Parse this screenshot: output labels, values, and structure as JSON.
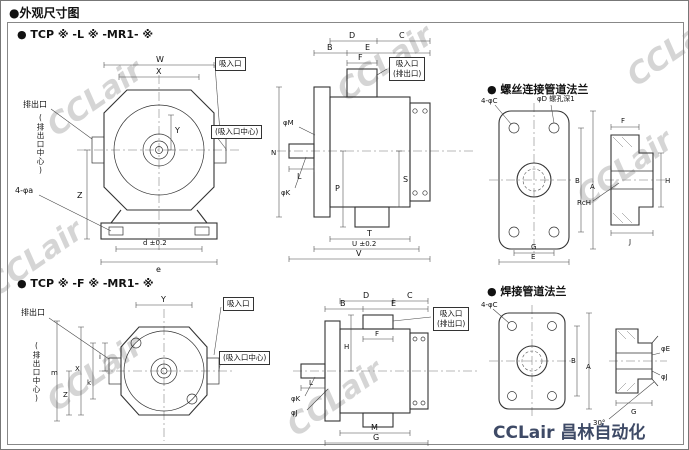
{
  "header": {
    "title": "●外观尺寸图"
  },
  "watermark": {
    "text": "CCLair"
  },
  "logo": {
    "text": "CCLair 昌林自动化"
  },
  "tcp_l": {
    "heading": "● TCP ※ -L ※ -MR1- ※",
    "front": {
      "discharge_port": "排出口",
      "suction_port": "吸入口",
      "discharge_center": "(排出口中心)",
      "suction_center": "(吸入口中心)",
      "foot_holes": "4-φa",
      "dim_w": "W",
      "dim_x": "X",
      "dim_y": "Y",
      "dim_z": "Z",
      "dim_d": "d ±0.2",
      "dim_e": "e"
    },
    "side": {
      "port_box_line1": "吸入口",
      "port_box_line2": "(排出口)",
      "dim_d": "D",
      "dim_c": "C",
      "dim_e": "E",
      "dim_f": "F",
      "dim_b": "B",
      "dim_n": "N",
      "dim_m": "φM",
      "dim_k": "φK",
      "dim_l": "L",
      "dim_p": "P",
      "dim_s": "S",
      "dim_t": "T",
      "dim_u": "U ±0.2",
      "dim_v": "V"
    }
  },
  "screw_flange": {
    "heading": "● 螺丝连接管道法兰",
    "holes_label": "4-φC",
    "thread_label": "φD 螺孔深1",
    "rc_label": "RcH",
    "dim_a": "A",
    "dim_b": "B",
    "dim_g": "G",
    "dim_e": "E",
    "dim_f": "F",
    "dim_h": "H",
    "dim_j": "J"
  },
  "tcp_f": {
    "heading": "● TCP ※ -F ※ -MR1- ※",
    "front": {
      "discharge_port": "排出口",
      "suction_port": "吸入口",
      "discharge_center": "(排出口中心)",
      "suction_center": "(吸入口中心)",
      "dim_y": "Y",
      "dim_i": "i",
      "dim_k": "k",
      "dim_x": "X",
      "dim_z": "Z",
      "dim_m": "m"
    },
    "side": {
      "port_box_line1": "吸入口",
      "port_box_line2": "(排出口)",
      "dim_d": "D",
      "dim_c": "C",
      "dim_b": "B",
      "dim_e": "E",
      "dim_f": "F",
      "dim_h": "H",
      "dim_k": "φK",
      "dim_j": "φJ",
      "dim_l": "L",
      "dim_m": "M",
      "dim_g": "G"
    }
  },
  "weld_flange": {
    "heading": "● 焊接管道法兰",
    "holes_label": "4-φC",
    "angle_label": "30°",
    "dim_a": "A",
    "dim_b": "B",
    "dim_e": "φE",
    "dim_j": "φJ",
    "dim_g": "G"
  }
}
